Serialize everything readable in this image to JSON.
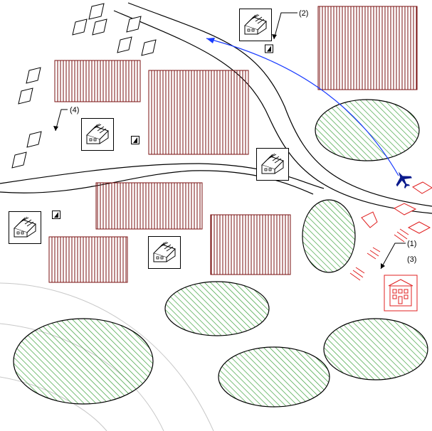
{
  "labels": {
    "label_1": "(1)",
    "label_2": "(2)",
    "label_3": "(3)",
    "label_4": "(4)"
  },
  "colors": {
    "background": "#ffffff",
    "line": "#000000",
    "building_hatch": "#7a1010",
    "vegetation_hatch": "#2e9a2e",
    "flight_path": "#1a3cff",
    "aircraft": "#0a1a8c",
    "target_marks": "#e02020",
    "range_arcs": "#c8c8c8"
  },
  "icons": {
    "aircraft": "airplane-icon",
    "house": "house-icon",
    "target_building": "target-building-icon",
    "radar": "radar-marker-icon",
    "diamond": "diamond-marker-icon"
  }
}
